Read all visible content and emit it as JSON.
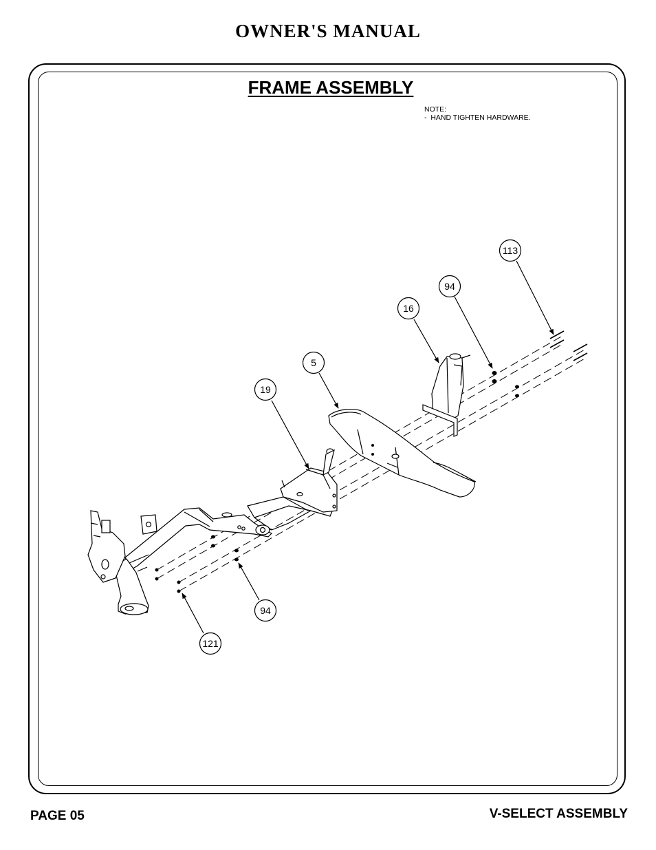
{
  "header": {
    "title": "OWNER'S MANUAL"
  },
  "section": {
    "title": "FRAME ASSEMBLY"
  },
  "note": {
    "text": "NOTE:\n-  HAND TIGHTEN HARDWARE."
  },
  "callouts": [
    {
      "label": "113"
    },
    {
      "label": "94"
    },
    {
      "label": "16"
    },
    {
      "label": "5"
    },
    {
      "label": "19"
    },
    {
      "label": "94"
    },
    {
      "label": "121"
    }
  ],
  "footer": {
    "page": "PAGE 05",
    "product": "V-SELECT ASSEMBLY"
  }
}
